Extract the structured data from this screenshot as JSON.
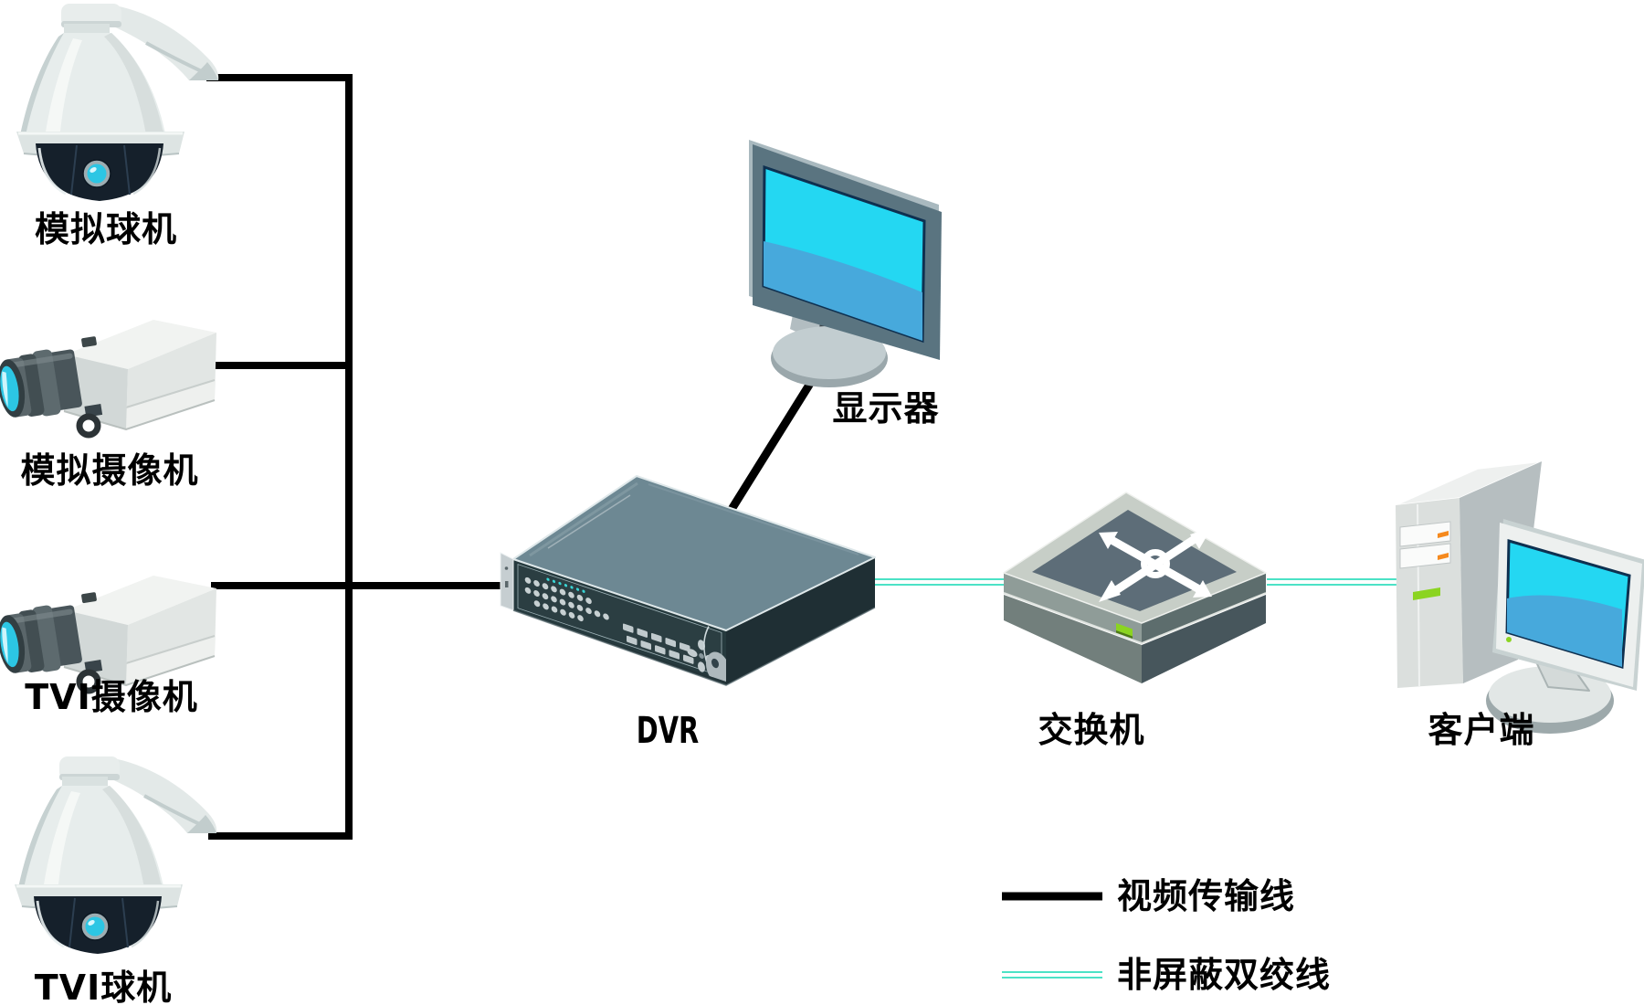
{
  "diagram": {
    "nodes": {
      "analog_dome": {
        "label": "模拟球机",
        "type": "analog speed dome camera"
      },
      "analog_box": {
        "label": "模拟摄像机",
        "type": "analog box camera"
      },
      "tvi_box": {
        "label": "TVI摄像机",
        "type": "TVI box camera"
      },
      "tvi_dome": {
        "label": "TVI球机",
        "type": "TVI speed dome camera"
      },
      "dvr": {
        "label": "DVR",
        "type": "digital video recorder"
      },
      "monitor": {
        "label": "显示器",
        "type": "display monitor"
      },
      "switch": {
        "label": "交换机",
        "type": "network switch"
      },
      "client": {
        "label": "客户端",
        "type": "client PC"
      }
    },
    "connections": [
      {
        "from": "analog_dome",
        "to": "dvr",
        "type": "video"
      },
      {
        "from": "analog_box",
        "to": "dvr",
        "type": "video"
      },
      {
        "from": "tvi_box",
        "to": "dvr",
        "type": "video"
      },
      {
        "from": "tvi_dome",
        "to": "dvr",
        "type": "video"
      },
      {
        "from": "dvr",
        "to": "monitor",
        "type": "video"
      },
      {
        "from": "dvr",
        "to": "switch",
        "type": "utp"
      },
      {
        "from": "switch",
        "to": "client",
        "type": "utp"
      }
    ],
    "legend": [
      {
        "label": "视频传输线",
        "line_style": "solid",
        "color": "#000000"
      },
      {
        "label": "非屏蔽双绞线",
        "line_style": "double",
        "color": "#4ce2c6"
      }
    ],
    "colors": {
      "video_line": "#000000",
      "utp_line": "#4ce2c6",
      "screen_cyan": "#24d7f2",
      "screen_blue": "#47a9dc",
      "led_green": "#8bd421",
      "bay_orange": "#f58a1e",
      "lens_cyan": "#2cc6e4"
    }
  }
}
